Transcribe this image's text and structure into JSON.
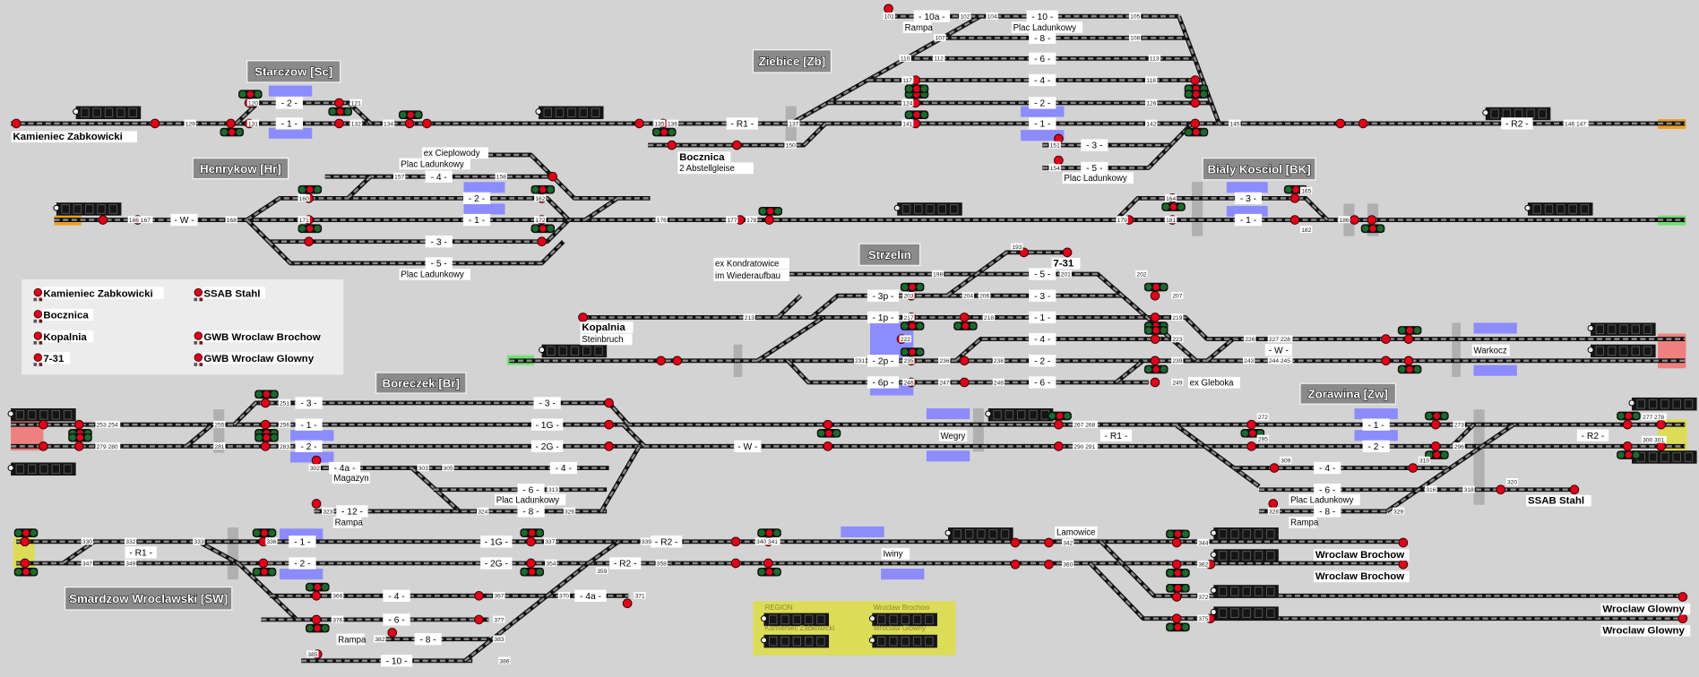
{
  "stations": [
    "Starczow [Sc]",
    "Ziebice [Zb]",
    "Henrykow [Hr]",
    "Bialy Kosciol [BK]",
    "Strzelin",
    "Boreczek [Br]",
    "Zorawina [Zw]",
    "Smardzow Wroclawski [SW]"
  ],
  "places": [
    "Kamieniec Zabkowicki",
    "Bocznica",
    "2 Abstellgleise",
    "ex Cieplowody",
    "Plac Ladunkowy",
    "Plac Ladunkowy",
    "Rampa",
    "Plac Ladunkowy",
    "Plac Ladunkowy",
    "ex Kondratowice",
    "im Wiederaufbau",
    "Kopalnia",
    "Steinbruch",
    "7-31",
    "ex Gleboka",
    "Warkocz",
    "Magazyn",
    "Plac Ladunkowy",
    "Rampa",
    "Wegry",
    "Plac Ladunkowy",
    "Rampa",
    "SSAB Stahl",
    "Rampa",
    "Iwiny",
    "Lamowice",
    "Wroclaw Brochow",
    "Wroclaw Brochow",
    "Wroclaw Glowny",
    "Wroclaw Glowny"
  ],
  "track_labels": [
    "- 2 -",
    "- 1 -",
    "- 10a -",
    "- 10 -",
    "- 8 -",
    "- 6 -",
    "- 4 -",
    "- 2 -",
    "- 1 -",
    "- 3 -",
    "- 5 -",
    "- R1 -",
    "- R2 -",
    "- W -",
    "- 4 -",
    "- 2 -",
    "- 1 -",
    "- 3 -",
    "- 5 -",
    "- 3 -",
    "- 1 -",
    "- 5 -",
    "- 3p -",
    "- 3 -",
    "- 1p -",
    "- 1 -",
    "- 4 -",
    "- 2p -",
    "- 2 -",
    "- 6p -",
    "- 6 -",
    "- W -",
    "- 3 -",
    "- 1 -",
    "- 2 -",
    "- 3 -",
    "- 1G -",
    "- 2G -",
    "- 4a -",
    "- 4 -",
    "- 6 -",
    "- 12 -",
    "- 8 -",
    "- W -",
    "- R1 -",
    "- 1 -",
    "- 2 -",
    "- 4 -",
    "- 6 -",
    "- 8 -",
    "- R2 -",
    "- R1 -",
    "- 1 -",
    "- 2 -",
    "- 1G -",
    "- 2G -",
    "- R2 -",
    "- R2 -",
    "- 4 -",
    "- 4a -",
    "- 6 -",
    "- 8 -",
    "- 10 -"
  ],
  "numbers": [
    "129",
    "120",
    "121",
    "131",
    "132",
    "134",
    "135",
    "136",
    "137",
    "150",
    "141",
    "124",
    "117",
    "110",
    "112",
    "101",
    "102",
    "104",
    "105",
    "107",
    "108",
    "113",
    "118",
    "126",
    "142",
    "151",
    "154",
    "145",
    "146 147",
    "166 167",
    "168",
    "160",
    "171",
    "157",
    "158",
    "162",
    "172",
    "176",
    "177",
    "178",
    "179",
    "164",
    "181",
    "165",
    "182",
    "186",
    "193",
    "198",
    "201",
    "202",
    "203",
    "204",
    "206",
    "207",
    "213",
    "217",
    "218",
    "219",
    "222",
    "223",
    "231",
    "235",
    "236",
    "238",
    "239",
    "246",
    "247",
    "248",
    "249",
    "226",
    "227 228",
    "243",
    "244 245",
    "253 254",
    "279 280",
    "255",
    "281",
    "251",
    "256",
    "283",
    "302",
    "303",
    "305",
    "313",
    "323",
    "324",
    "326",
    "267 268",
    "290 291",
    "272",
    "295",
    "273",
    "296",
    "277 278",
    "300 301",
    "309",
    "310",
    "316",
    "318",
    "320",
    "328",
    "329",
    "330",
    "332",
    "347",
    "349",
    "333",
    "336",
    "337",
    "339",
    "340 341",
    "354",
    "358",
    "359",
    "366",
    "367",
    "370",
    "371",
    "376",
    "377",
    "382",
    "383",
    "385",
    "386",
    "342",
    "344",
    "360",
    "362",
    "372",
    "375"
  ],
  "legend": {
    "items": [
      "Kamieniec Zabkowicki",
      "Bocznica",
      "Kopalnia",
      "7-31",
      "SSAB Stahl",
      "GWB Wroclaw Brochow",
      "GWB Wroclaw Glowny"
    ]
  },
  "region_legend": {
    "title": "REGION",
    "items": [
      "Kamieniec Zabkowicki",
      "Wroclaw Brochow",
      "Wroclaw Glowny"
    ]
  },
  "colors": {
    "background": "#d3d3d3",
    "signal_red": "#e0001a",
    "signal_green": "#1b6a2c",
    "occupancy_blue": "#8c8cff",
    "station_box": "#8a8a8a",
    "region_yellow": "#dcdc58",
    "exit_orange": "#f0a020",
    "exit_green": "#70e070",
    "exit_red": "#f08080"
  }
}
